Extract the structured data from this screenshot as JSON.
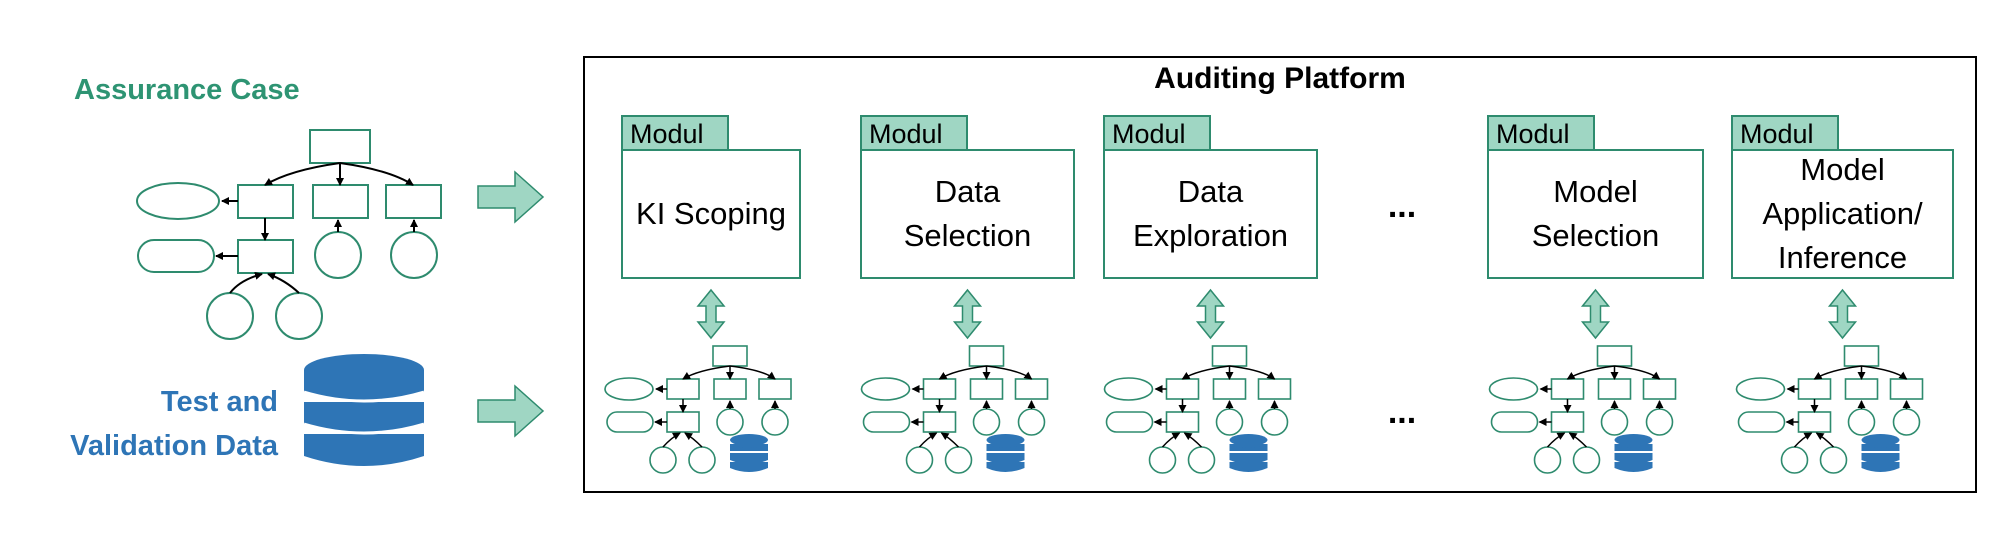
{
  "assurance_case_label": "Assurance Case",
  "test_data_label_line1": "Test and",
  "test_data_label_line2": "Validation Data",
  "platform_title": "Auditing Platform",
  "ellipsis": "...",
  "module_tab": "Modul",
  "modules": [
    {
      "lines": [
        "KI Scoping"
      ]
    },
    {
      "lines": [
        "Data",
        "Selection"
      ]
    },
    {
      "lines": [
        "Data",
        "Exploration"
      ]
    },
    {
      "lines": [
        "Model",
        "Selection"
      ]
    },
    {
      "lines": [
        "Model",
        "Application/",
        "Inference"
      ]
    }
  ],
  "colors": {
    "teal": "#2e8b6e",
    "teal_fill": "#9fd6c3",
    "blue": "#2e75b6",
    "blue_text": "#2e75b6",
    "green_text": "#2e9473",
    "black": "#000000"
  }
}
